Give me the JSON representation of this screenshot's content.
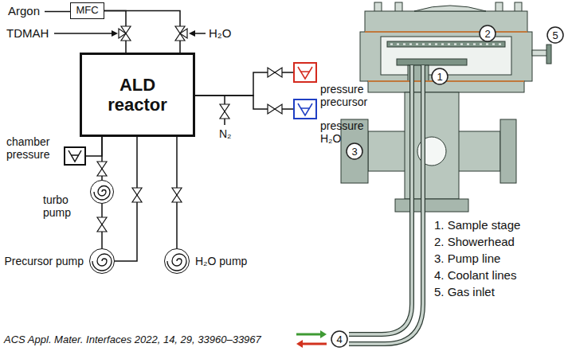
{
  "diagram": {
    "caption": "ACS Appl. Mater. Interfaces 2022, 14, 29, 33960–33967",
    "nodes": [
      {
        "text": [
          "MFC"
        ]
      },
      {
        "text": [
          "ALD reactor"
        ]
      },
      {
        "text": [
          "pressure precursor"
        ]
      },
      {
        "text": [
          "pressure H₂O"
        ]
      },
      {
        "text": [
          "chamber pressure"
        ]
      },
      {
        "text": [
          "turbo pump"
        ]
      },
      {
        "text": [
          "Precursor pump"
        ]
      },
      {
        "text": [
          "H₂O pump"
        ]
      }
    ],
    "edges": [
      {
        "from": 0,
        "to": 1,
        "arrow": "none"
      },
      {
        "from": 0,
        "to": 1,
        "arrow": "none"
      },
      {
        "from": 1,
        "to": 2,
        "arrow": "none"
      },
      {
        "from": 1,
        "to": 3,
        "arrow": "none"
      },
      {
        "from": 1,
        "to": 4,
        "arrow": "none"
      },
      {
        "from": 1,
        "to": 5,
        "arrow": "none"
      },
      {
        "from": 5,
        "to": 6,
        "arrow": "none"
      },
      {
        "from": 1,
        "to": 6,
        "arrow": "none"
      },
      {
        "from": 1,
        "to": 7,
        "arrow": "none"
      }
    ],
    "labels": [
      "Argon",
      "TDMAH",
      "H₂O",
      "N₂",
      "1",
      "2",
      "3",
      "4",
      "5",
      "1. Sample stage",
      "2. Showerhead",
      "3. Pump line",
      "4. Coolant lines",
      "5. Gas inlet"
    ]
  }
}
